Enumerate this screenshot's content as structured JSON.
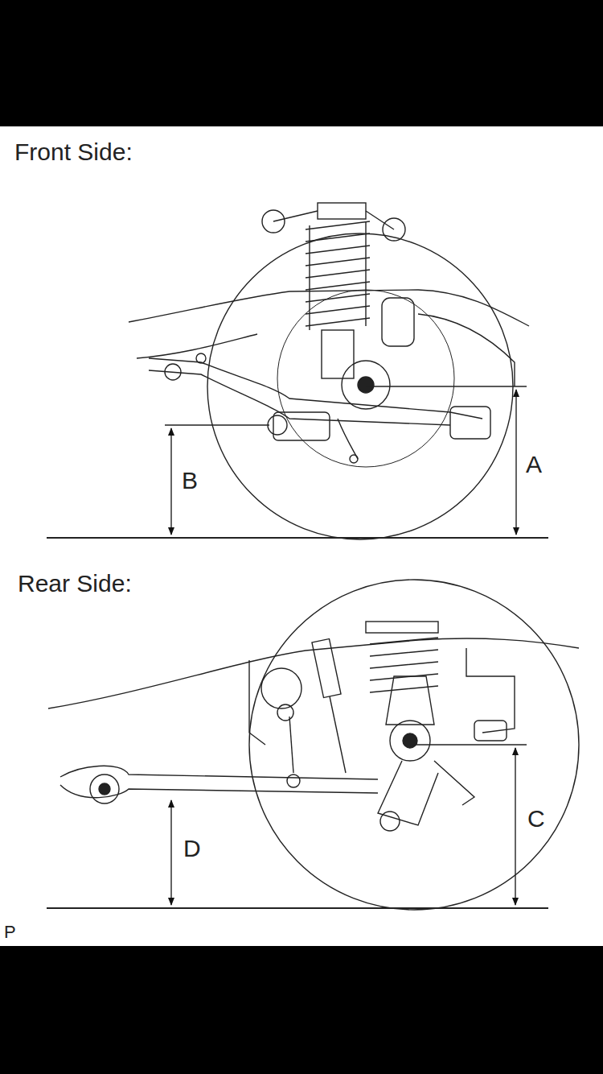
{
  "diagram": {
    "labels": [
      "Front Side:",
      "A",
      "B",
      "Rear Side:",
      "C",
      "D",
      "P"
    ]
  }
}
